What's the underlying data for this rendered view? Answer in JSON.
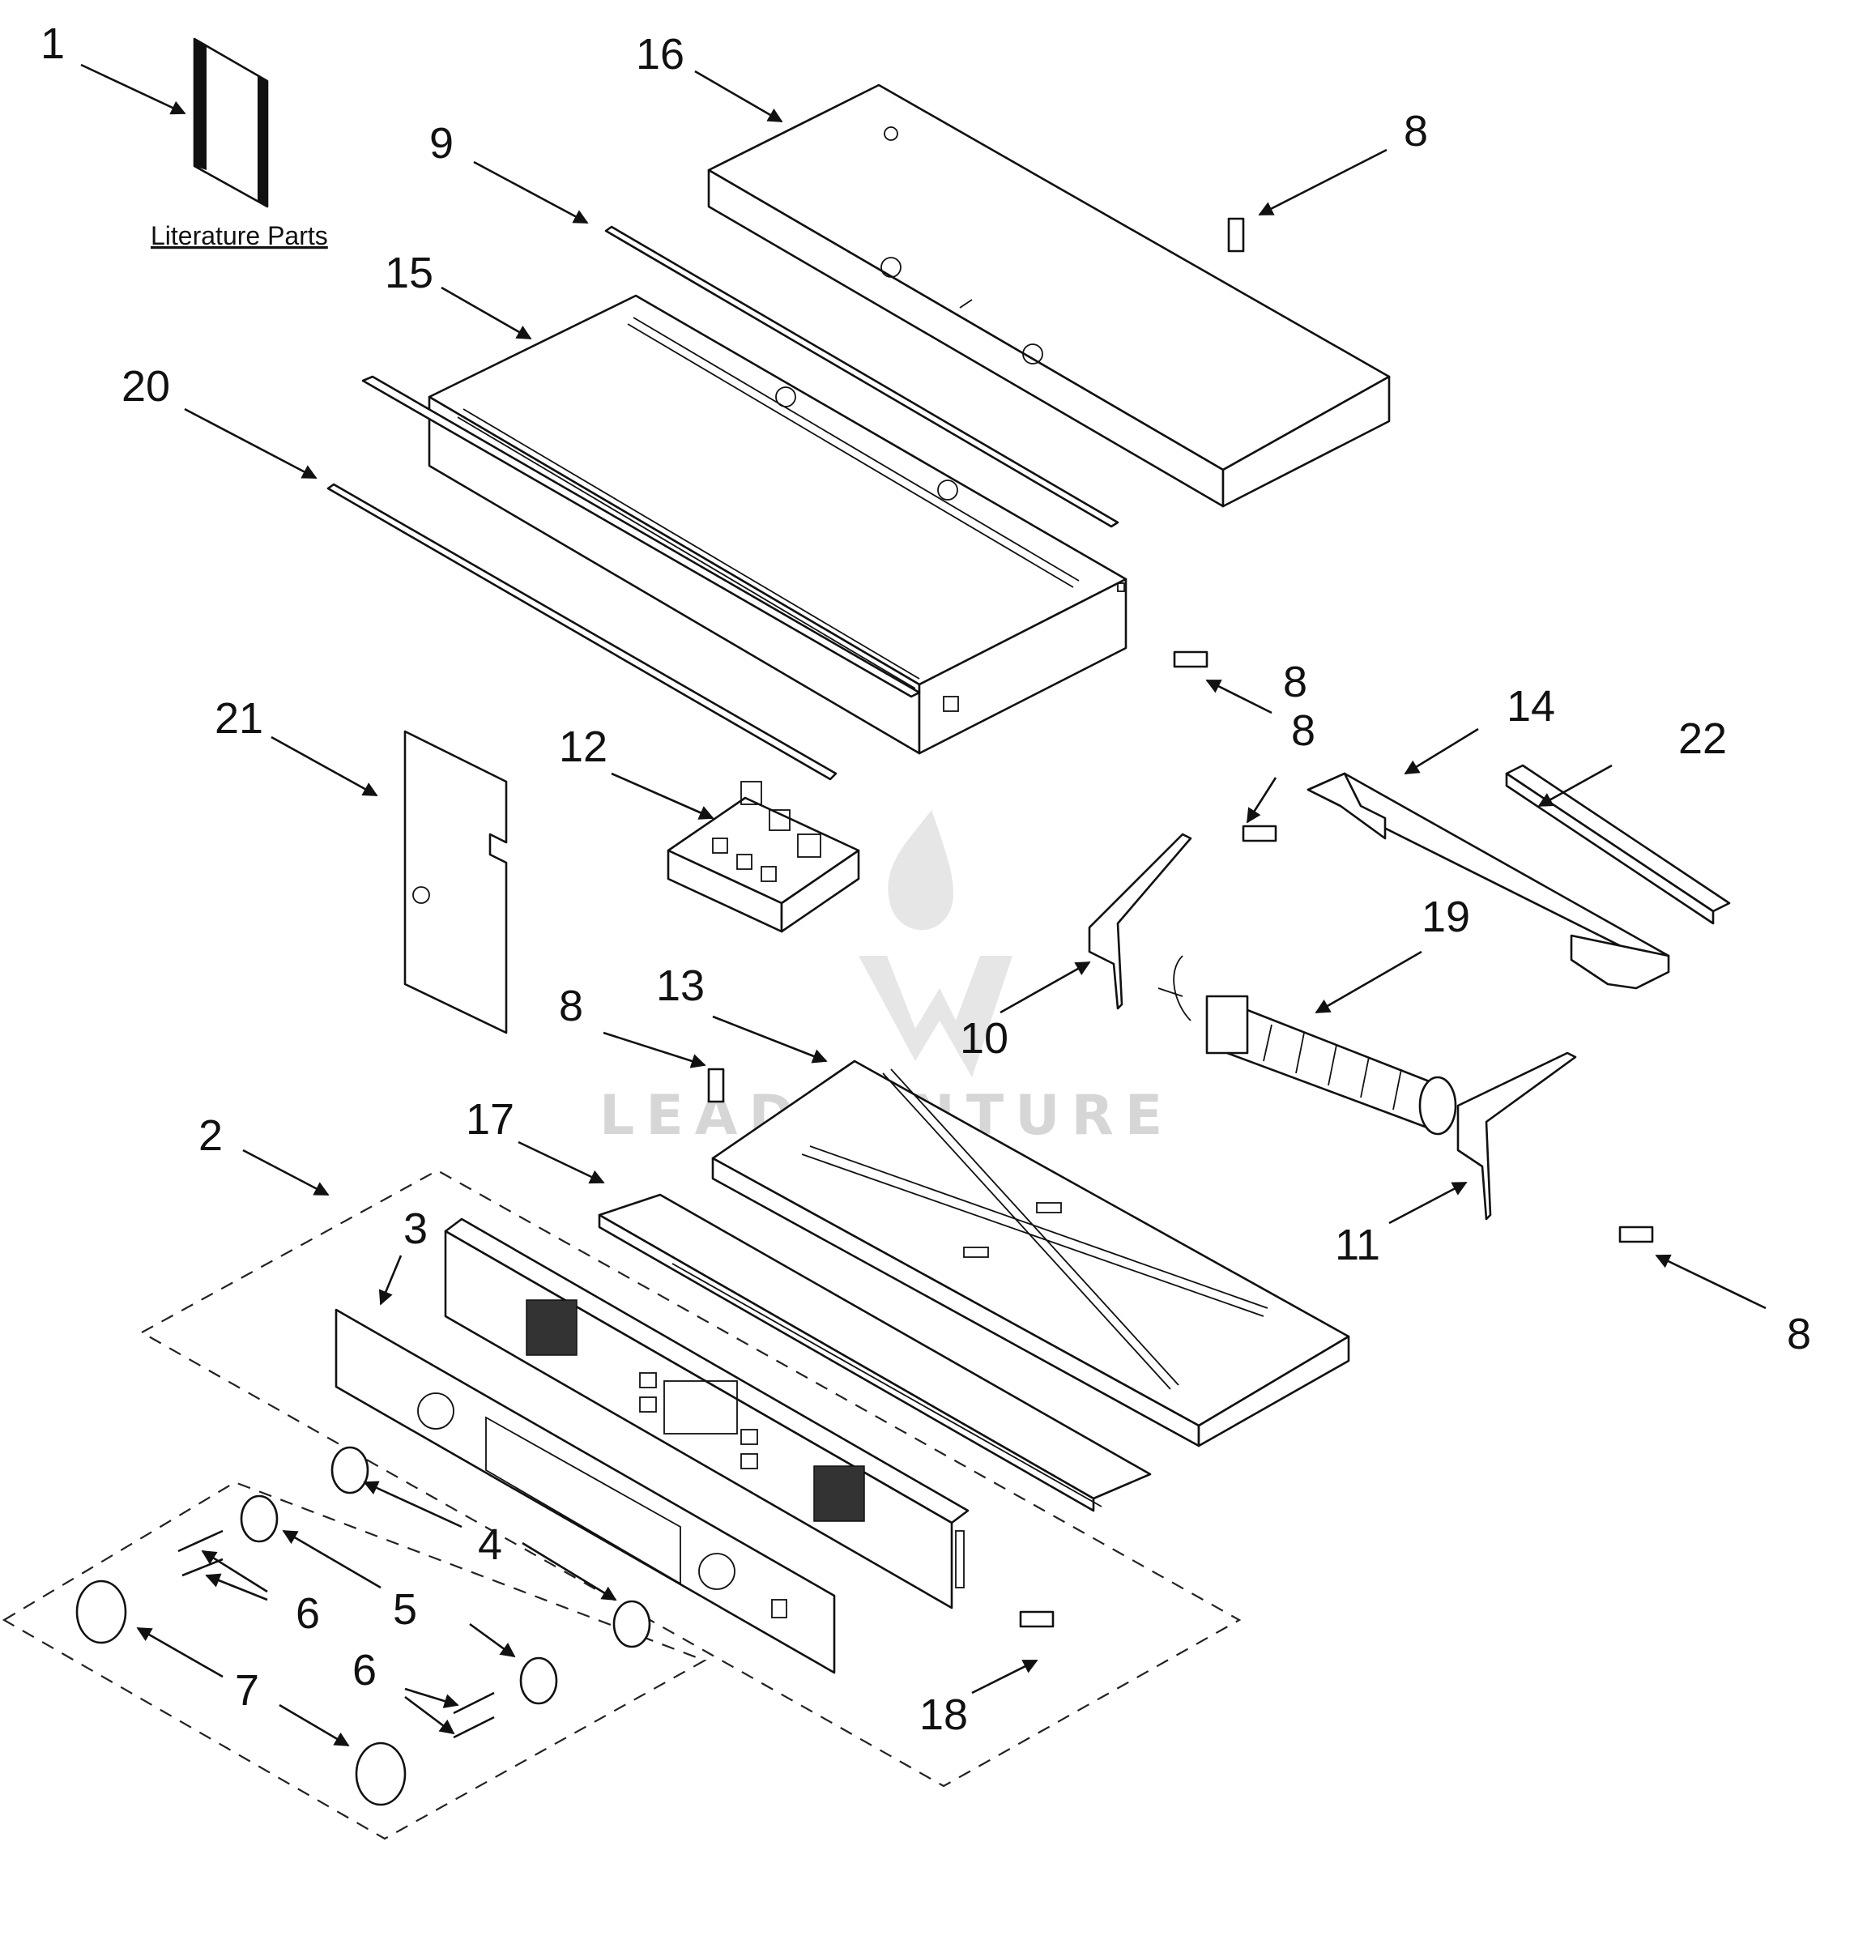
{
  "diagram": {
    "literature_label": "Literature Parts",
    "watermark": "LEADVENTURE",
    "callouts": [
      {
        "id": "c1",
        "label": "1"
      },
      {
        "id": "c2",
        "label": "2"
      },
      {
        "id": "c3",
        "label": "3"
      },
      {
        "id": "c4",
        "label": "4"
      },
      {
        "id": "c5",
        "label": "5"
      },
      {
        "id": "c6a",
        "label": "6"
      },
      {
        "id": "c6b",
        "label": "6"
      },
      {
        "id": "c7",
        "label": "7"
      },
      {
        "id": "c8a",
        "label": "8"
      },
      {
        "id": "c8b",
        "label": "8"
      },
      {
        "id": "c8c",
        "label": "8"
      },
      {
        "id": "c8d",
        "label": "8"
      },
      {
        "id": "c8e",
        "label": "8"
      },
      {
        "id": "c9",
        "label": "9"
      },
      {
        "id": "c10",
        "label": "10"
      },
      {
        "id": "c11",
        "label": "11"
      },
      {
        "id": "c12",
        "label": "12"
      },
      {
        "id": "c13",
        "label": "13"
      },
      {
        "id": "c14",
        "label": "14"
      },
      {
        "id": "c15",
        "label": "15"
      },
      {
        "id": "c16",
        "label": "16"
      },
      {
        "id": "c17",
        "label": "17"
      },
      {
        "id": "c18",
        "label": "18"
      },
      {
        "id": "c19",
        "label": "19"
      },
      {
        "id": "c20",
        "label": "20"
      },
      {
        "id": "c21",
        "label": "21"
      },
      {
        "id": "c22",
        "label": "22"
      }
    ]
  }
}
